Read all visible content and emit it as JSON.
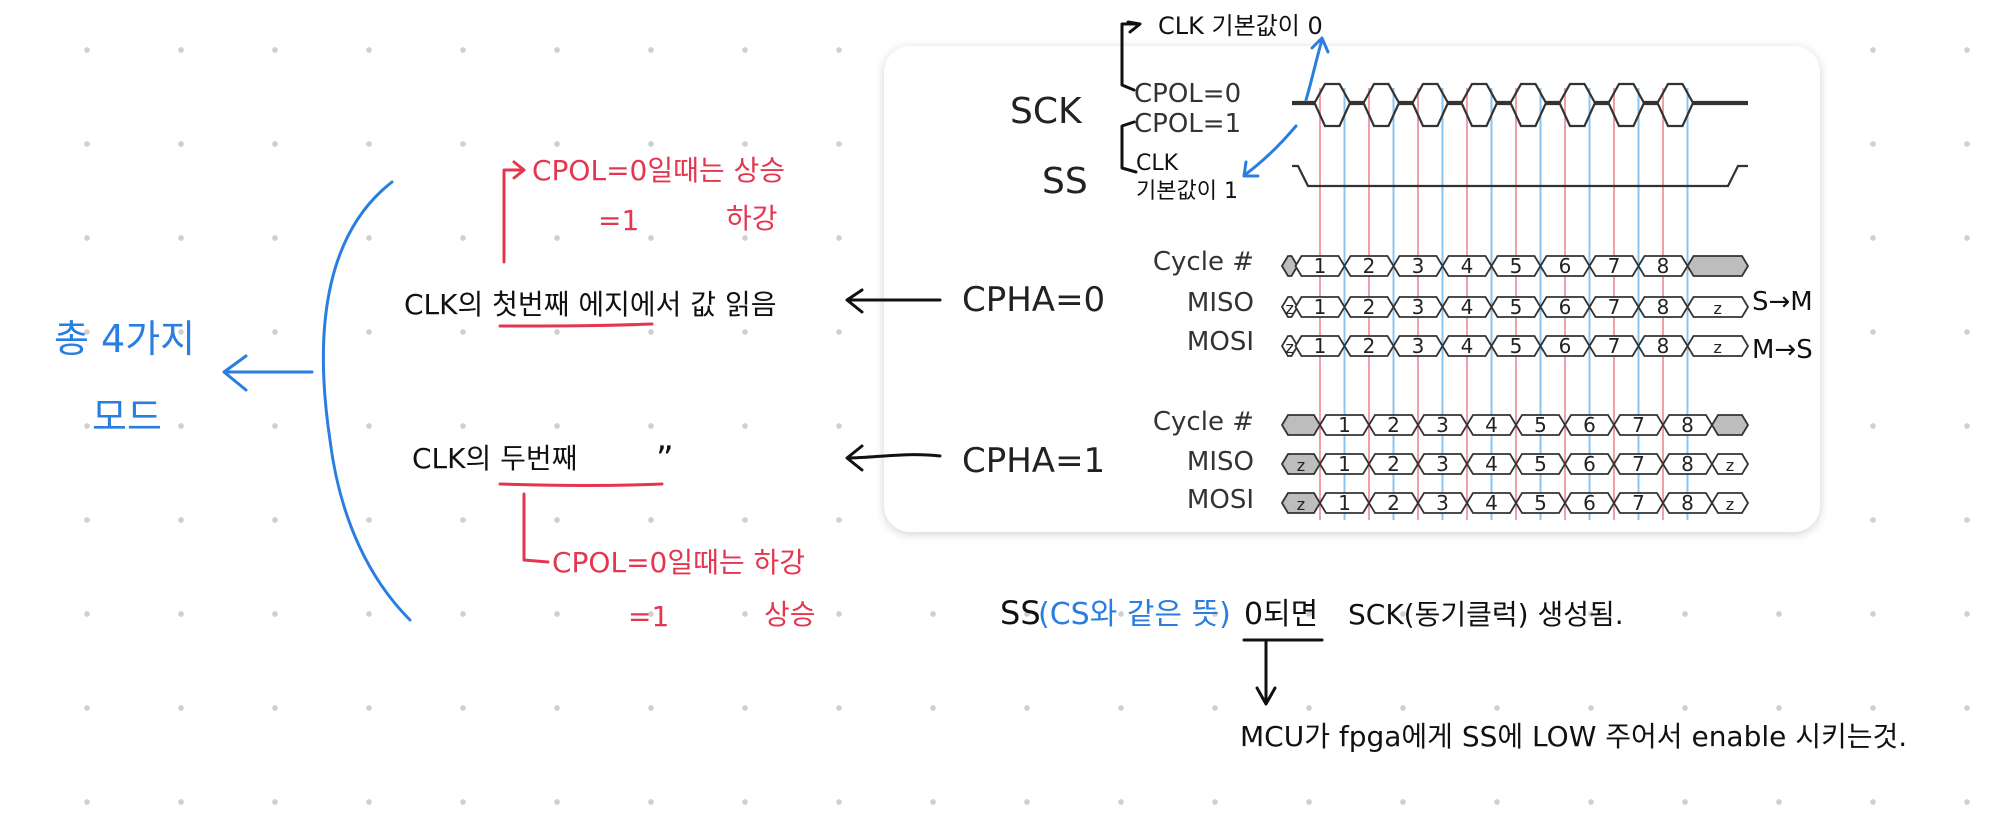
{
  "diagram": {
    "sck": "SCK",
    "ss": "SS",
    "cpol0": "CPOL=0",
    "cpol1": "CPOL=1",
    "cpha0": "CPHA=0",
    "cpha1": "CPHA=1",
    "cycle": "Cycle #",
    "miso": "MISO",
    "mosi": "MOSI",
    "z": "z",
    "cycles": [
      "1",
      "2",
      "3",
      "4",
      "5",
      "6",
      "7",
      "8"
    ]
  },
  "notes": {
    "clk_default_0": "CLK 기본값이 0",
    "clk_default_1_a": "CLK",
    "clk_default_1_b": "기본값이 1",
    "cpha0_desc": "CLK의 첫번째 에지에서 값 읽음",
    "cpha0_cpol0": "CPOL=0일때는 상승",
    "cpha0_cpol1_eq": "=1",
    "cpha0_cpol1_val": "하강",
    "cpha1_desc": "CLK의 두번째",
    "ditto": "”",
    "cpha1_cpol0": "CPOL=0일때는 하강",
    "cpha1_cpol1_eq": "=1",
    "cpha1_cpol1_val": "상승",
    "total_modes_1": "총 4가지",
    "total_modes_2": "모드",
    "s_to_m": "S→M",
    "m_to_s": "M→S",
    "ss_line_a": "SS",
    "ss_line_b": "(CS와 같은 뜻)",
    "ss_line_c": "0되면",
    "ss_line_d": "SCK(동기클럭) 생성됨.",
    "enable_line": "MCU가 fpga에게 SS에 LOW 주어서 enable 시키는것."
  }
}
